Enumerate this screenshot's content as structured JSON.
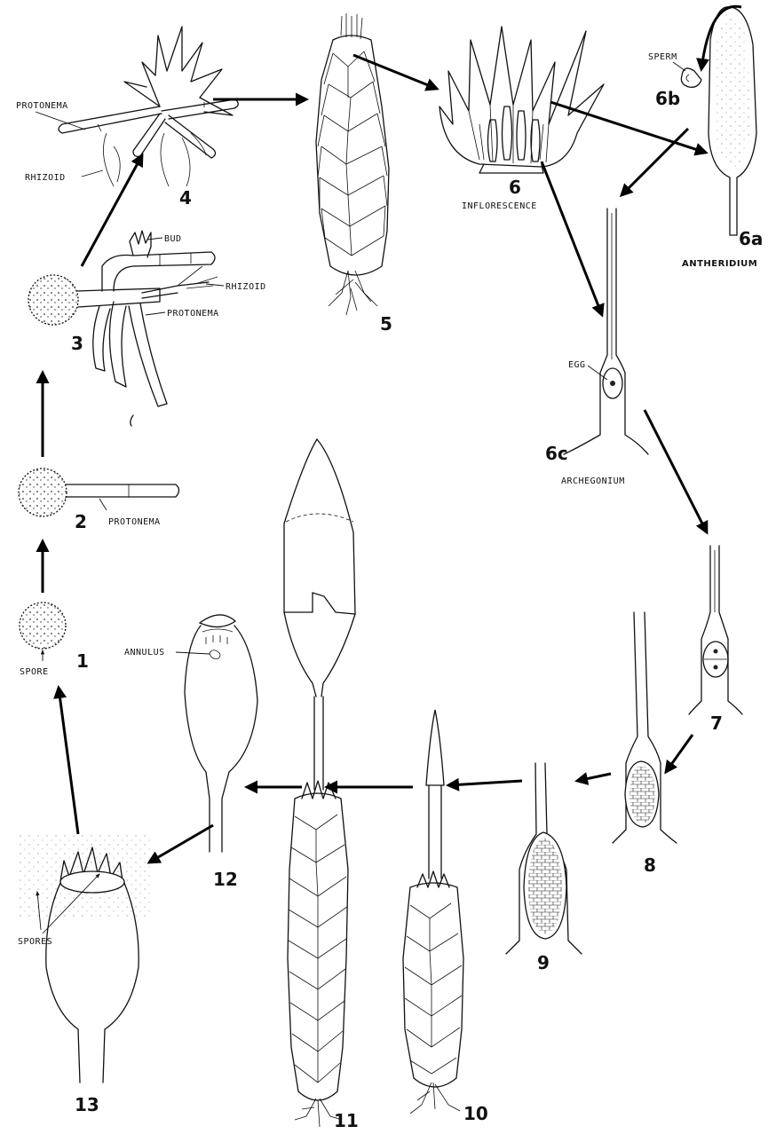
{
  "stages": {
    "s1": "1",
    "s2": "2",
    "s3": "3",
    "s4": "4",
    "s5": "5",
    "s6": "6",
    "s6a": "6a",
    "s6b": "6b",
    "s6c": "6c",
    "s7": "7",
    "s8": "8",
    "s9": "9",
    "s10": "10",
    "s11": "11",
    "s12": "12",
    "s13": "13"
  },
  "labels": {
    "protonema": "PROTONEMA",
    "rhizoid": "RHIZOID",
    "bud": "BUD",
    "rhizoid2": "RHIZOID",
    "protonema2": "PROTONEMA",
    "protonema3": "PROTONEMA",
    "spore": "SPORE",
    "inflorescence": "INFLORESCENCE",
    "sperm": "SPERM",
    "antheridium": "ANTHERIDIUM",
    "egg": "EGG",
    "archegonium": "ARCHEGONIUM",
    "annulus": "ANNULUS",
    "spores": "SPORES"
  }
}
